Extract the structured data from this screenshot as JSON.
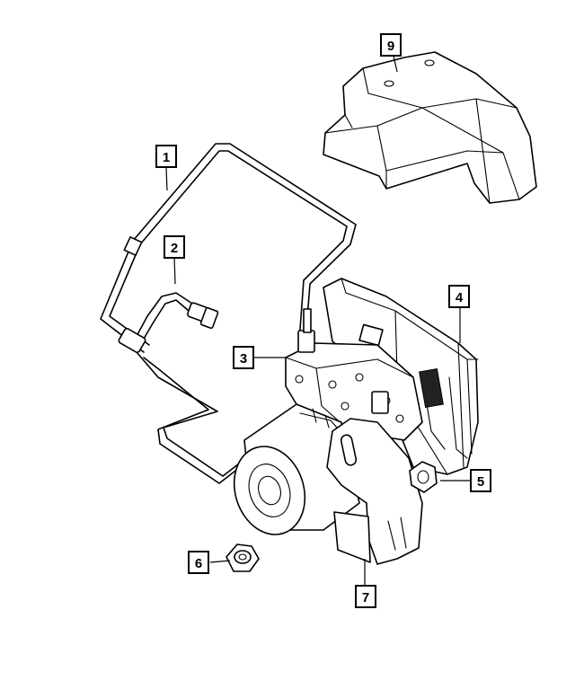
{
  "callouts": [
    {
      "id": "1",
      "label": "1"
    },
    {
      "id": "2",
      "label": "2"
    },
    {
      "id": "3",
      "label": "3"
    },
    {
      "id": "4",
      "label": "4"
    },
    {
      "id": "5",
      "label": "5"
    },
    {
      "id": "6",
      "label": "6"
    },
    {
      "id": "7",
      "label": "7"
    },
    {
      "id": "9",
      "label": "9"
    }
  ]
}
